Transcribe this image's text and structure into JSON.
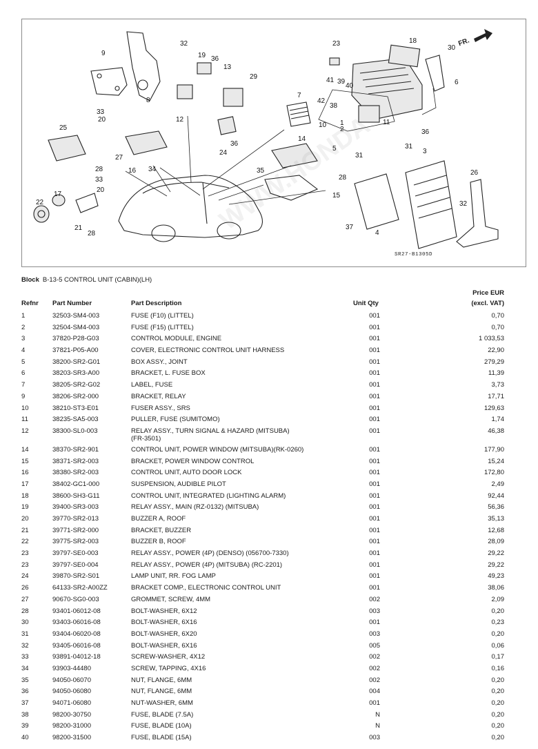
{
  "diagram": {
    "fr_label": "FR.",
    "diagram_code": "SR27-B1305D",
    "callouts": [
      "9",
      "32",
      "19",
      "36",
      "13",
      "29",
      "23",
      "18",
      "30",
      "6",
      "8",
      "33",
      "20",
      "25",
      "12",
      "7",
      "41",
      "39",
      "40",
      "42",
      "38",
      "10",
      "1",
      "2",
      "11",
      "36",
      "36",
      "24",
      "5",
      "31",
      "3",
      "31",
      "27",
      "16",
      "34",
      "28",
      "14",
      "35",
      "28",
      "26",
      "33",
      "20",
      "15",
      "17",
      "22",
      "21",
      "28",
      "37",
      "4",
      "32"
    ]
  },
  "block": {
    "label": "Block",
    "title": "B-13-5 CONTROL UNIT (CABIN)(LH)"
  },
  "table": {
    "headers": {
      "refnr": "Refnr",
      "part_number": "Part Number",
      "part_description": "Part Description",
      "unit_qty": "Unit Qty",
      "price_line1": "Price EUR",
      "price_line2": "(excl. VAT)"
    },
    "rows": [
      {
        "ref": "1",
        "part": "32503-SM4-003",
        "desc": "FUSE (F10) (LITTEL)",
        "desc2": "",
        "qty": "001",
        "price": "0,70"
      },
      {
        "ref": "2",
        "part": "32504-SM4-003",
        "desc": "FUSE (F15) (LITTEL)",
        "desc2": "",
        "qty": "001",
        "price": "0,70"
      },
      {
        "ref": "3",
        "part": "37820-P28-G03",
        "desc": "CONTROL MODULE, ENGINE",
        "desc2": "",
        "qty": "001",
        "price": "1 033,53"
      },
      {
        "ref": "4",
        "part": "37821-P05-A00",
        "desc": "COVER, ELECTRONIC CONTROL UNIT HARNESS",
        "desc2": "",
        "qty": "001",
        "price": "22,90"
      },
      {
        "ref": "5",
        "part": "38200-SR2-G01",
        "desc": "BOX ASSY., JOINT",
        "desc2": "",
        "qty": "001",
        "price": "279,29"
      },
      {
        "ref": "6",
        "part": "38203-SR3-A00",
        "desc": "BRACKET, L. FUSE BOX",
        "desc2": "",
        "qty": "001",
        "price": "11,39"
      },
      {
        "ref": "7",
        "part": "38205-SR2-G02",
        "desc": "LABEL, FUSE",
        "desc2": "",
        "qty": "001",
        "price": "3,73"
      },
      {
        "ref": "9",
        "part": "38206-SR2-000",
        "desc": "BRACKET, RELAY",
        "desc2": "",
        "qty": "001",
        "price": "17,71"
      },
      {
        "ref": "10",
        "part": "38210-ST3-E01",
        "desc": "FUSER ASSY., SRS",
        "desc2": "",
        "qty": "001",
        "price": "129,63"
      },
      {
        "ref": "11",
        "part": "38235-SA5-003",
        "desc": "PULLER, FUSE (SUMITOMO)",
        "desc2": "",
        "qty": "001",
        "price": "1,74"
      },
      {
        "ref": "12",
        "part": "38300-SL0-003",
        "desc": "RELAY ASSY., TURN SIGNAL & HAZARD (MITSUBA)",
        "desc2": "(FR-3501)",
        "qty": "001",
        "price": "46,38"
      },
      {
        "ref": "14",
        "part": "38370-SR2-901",
        "desc": "CONTROL UNIT, POWER WINDOW (MITSUBA)(RK-0260)",
        "desc2": "",
        "qty": "001",
        "price": "177,90"
      },
      {
        "ref": "15",
        "part": "38371-SR2-003",
        "desc": "BRACKET, POWER WINDOW CONTROL",
        "desc2": "",
        "qty": "001",
        "price": "15,24"
      },
      {
        "ref": "16",
        "part": "38380-SR2-003",
        "desc": "CONTROL UNIT, AUTO DOOR LOCK",
        "desc2": "",
        "qty": "001",
        "price": "172,80"
      },
      {
        "ref": "17",
        "part": "38402-GC1-000",
        "desc": "SUSPENSION, AUDIBLE PILOT",
        "desc2": "",
        "qty": "001",
        "price": "2,49"
      },
      {
        "ref": "18",
        "part": "38600-SH3-G11",
        "desc": "CONTROL UNIT, INTEGRATED (LIGHTING ALARM)",
        "desc2": "",
        "qty": "001",
        "price": "92,44"
      },
      {
        "ref": "19",
        "part": "39400-SR3-003",
        "desc": "RELAY ASSY., MAIN (RZ-0132) (MITSUBA)",
        "desc2": "",
        "qty": "001",
        "price": "56,36"
      },
      {
        "ref": "20",
        "part": "39770-SR2-013",
        "desc": "BUZZER A, ROOF",
        "desc2": "",
        "qty": "001",
        "price": "35,13"
      },
      {
        "ref": "21",
        "part": "39771-SR2-000",
        "desc": "BRACKET, BUZZER",
        "desc2": "",
        "qty": "001",
        "price": "12,68"
      },
      {
        "ref": "22",
        "part": "39775-SR2-003",
        "desc": "BUZZER B, ROOF",
        "desc2": "",
        "qty": "001",
        "price": "28,09"
      },
      {
        "ref": "23",
        "part": "39797-SE0-003",
        "desc": "RELAY ASSY., POWER (4P) (DENSO) (056700-7330)",
        "desc2": "",
        "qty": "001",
        "price": "29,22"
      },
      {
        "ref": "23",
        "part": "39797-SE0-004",
        "desc": "RELAY ASSY., POWER (4P) (MITSUBA) (RC-2201)",
        "desc2": "",
        "qty": "001",
        "price": "29,22"
      },
      {
        "ref": "24",
        "part": "39870-SR2-S01",
        "desc": "LAMP UNIT, RR. FOG LAMP",
        "desc2": "",
        "qty": "001",
        "price": "49,23"
      },
      {
        "ref": "26",
        "part": "64133-SR2-A00ZZ",
        "desc": "BRACKET COMP., ELECTRONIC CONTROL UNIT",
        "desc2": "",
        "qty": "001",
        "price": "38,06"
      },
      {
        "ref": "27",
        "part": "90670-SG0-003",
        "desc": "GROMMET, SCREW, 4MM",
        "desc2": "",
        "qty": "002",
        "price": "2,09"
      },
      {
        "ref": "28",
        "part": "93401-06012-08",
        "desc": "BOLT-WASHER, 6X12",
        "desc2": "",
        "qty": "003",
        "price": "0,20"
      },
      {
        "ref": "30",
        "part": "93403-06016-08",
        "desc": "BOLT-WASHER, 6X16",
        "desc2": "",
        "qty": "001",
        "price": "0,23"
      },
      {
        "ref": "31",
        "part": "93404-06020-08",
        "desc": "BOLT-WASHER, 6X20",
        "desc2": "",
        "qty": "003",
        "price": "0,20"
      },
      {
        "ref": "32",
        "part": "93405-06016-08",
        "desc": "BOLT-WASHER, 6X16",
        "desc2": "",
        "qty": "005",
        "price": "0,06"
      },
      {
        "ref": "33",
        "part": "93891-04012-18",
        "desc": "SCREW-WASHER, 4X12",
        "desc2": "",
        "qty": "002",
        "price": "0,17"
      },
      {
        "ref": "34",
        "part": "93903-44480",
        "desc": "SCREW, TAPPING, 4X16",
        "desc2": "",
        "qty": "002",
        "price": "0,16"
      },
      {
        "ref": "35",
        "part": "94050-06070",
        "desc": "NUT, FLANGE, 6MM",
        "desc2": "",
        "qty": "002",
        "price": "0,20"
      },
      {
        "ref": "36",
        "part": "94050-06080",
        "desc": "NUT, FLANGE, 6MM",
        "desc2": "",
        "qty": "004",
        "price": "0,20"
      },
      {
        "ref": "37",
        "part": "94071-06080",
        "desc": "NUT-WASHER, 6MM",
        "desc2": "",
        "qty": "001",
        "price": "0,20"
      },
      {
        "ref": "38",
        "part": "98200-30750",
        "desc": "FUSE, BLADE (7.5A)",
        "desc2": "",
        "qty": "N",
        "price": "0,20"
      },
      {
        "ref": "39",
        "part": "98200-31000",
        "desc": "FUSE, BLADE (10A)",
        "desc2": "",
        "qty": "N",
        "price": "0,20"
      },
      {
        "ref": "40",
        "part": "98200-31500",
        "desc": "FUSE, BLADE (15A)",
        "desc2": "",
        "qty": "003",
        "price": "0,20"
      }
    ]
  }
}
